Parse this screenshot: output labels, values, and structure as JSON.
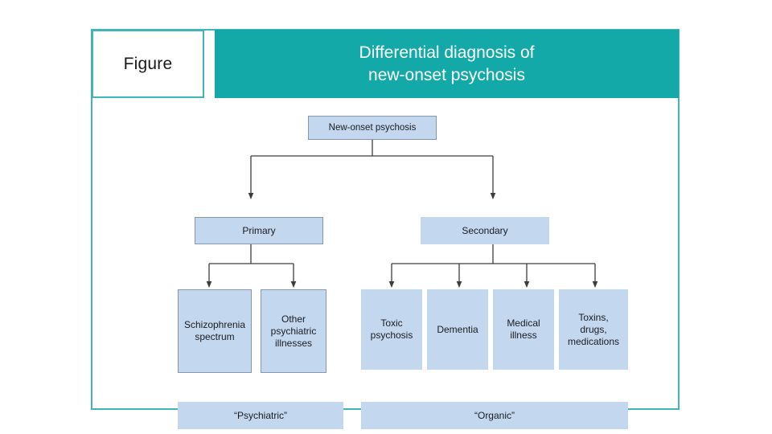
{
  "figure": {
    "label": "Figure",
    "title": "Differential diagnosis of\nnew-onset psychosis",
    "colors": {
      "header_teal": "#13a9a8",
      "frame_border": "#3fb5b5",
      "node_fill": "#c3d7ef",
      "node_border": "#8496ae",
      "title_text": "#ffffff",
      "body_text": "#1c1c20",
      "connector": "#3d3d3d"
    }
  },
  "chart_data": {
    "type": "diagram",
    "title": "Differential diagnosis of new-onset psychosis",
    "orientation": "top-down",
    "root": "New-onset psychosis",
    "nodes": [
      {
        "id": "root",
        "label": "New-onset psychosis",
        "level": 0,
        "bordered": true
      },
      {
        "id": "primary",
        "label": "Primary",
        "level": 1,
        "bordered": true
      },
      {
        "id": "secondary",
        "label": "Secondary",
        "level": 1,
        "bordered": false
      },
      {
        "id": "schizophrenia",
        "label": "Schizophrenia\nspectrum",
        "level": 2,
        "bordered": true
      },
      {
        "id": "other-psych",
        "label": "Other\npsychiatric\nillnesses",
        "level": 2,
        "bordered": true
      },
      {
        "id": "toxic",
        "label": "Toxic\npsychosis",
        "level": 2,
        "bordered": false
      },
      {
        "id": "dementia",
        "label": "Dementia",
        "level": 2,
        "bordered": false
      },
      {
        "id": "medical",
        "label": "Medical\nillness",
        "level": 2,
        "bordered": false
      },
      {
        "id": "toxins",
        "label": "Toxins,\ndrugs,\nmedications",
        "level": 2,
        "bordered": false
      },
      {
        "id": "psychiatric",
        "label": "“Psychiatric”",
        "level": 3,
        "bordered": false
      },
      {
        "id": "organic",
        "label": "“Organic”",
        "level": 3,
        "bordered": false
      }
    ],
    "edges": [
      {
        "from": "root",
        "to": "primary"
      },
      {
        "from": "root",
        "to": "secondary"
      },
      {
        "from": "primary",
        "to": "schizophrenia"
      },
      {
        "from": "primary",
        "to": "other-psych"
      },
      {
        "from": "secondary",
        "to": "toxic"
      },
      {
        "from": "secondary",
        "to": "dementia"
      },
      {
        "from": "secondary",
        "to": "medical"
      },
      {
        "from": "secondary",
        "to": "toxins"
      }
    ],
    "groupings": [
      {
        "label": "“Psychiatric”",
        "covers": [
          "schizophrenia",
          "other-psych"
        ]
      },
      {
        "label": "“Organic”",
        "covers": [
          "toxic",
          "dementia",
          "medical",
          "toxins"
        ]
      }
    ]
  }
}
